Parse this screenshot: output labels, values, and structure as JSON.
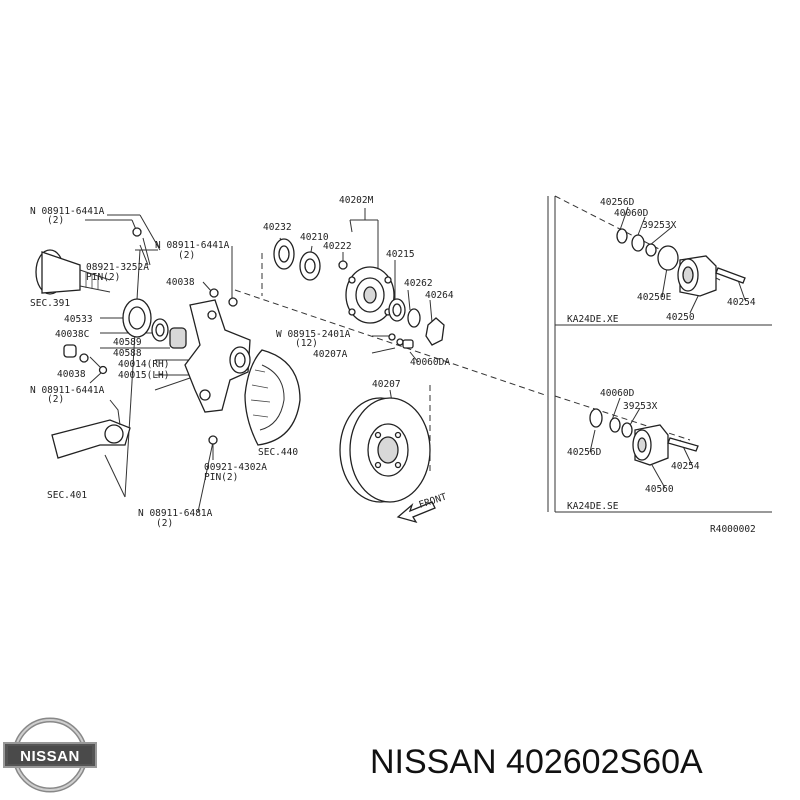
{
  "diagram": {
    "labels": [
      "N 08911-6441A",
      "(2)",
      "08921-3252A",
      "PIN(2)",
      "SEC.391",
      "40533",
      "40038C",
      "40038",
      "N 08911-6441A",
      "(2)",
      "40589",
      "40588",
      "40014(RH)",
      "40015(LH)",
      "40038",
      "N 08911-6441A",
      "(2)",
      "SEC.401",
      "40232",
      "40210",
      "40222",
      "40202M",
      "40215",
      "40262",
      "40264",
      "W 08915-2401A",
      "(12)",
      "40207A",
      "40060DA",
      "40207",
      "SEC.440",
      "00921-4302A",
      "PIN(2)",
      "N 08911-6481A",
      "(2)",
      "FRONT",
      "40256D",
      "40060D",
      "39253X",
      "40250E",
      "40254",
      "40250",
      "KA24DE.XE",
      "40060D",
      "39253X",
      "40256D",
      "40254",
      "40560",
      "KA24DE.SE",
      "R4000002"
    ]
  },
  "footer": {
    "brand_logo_text": "NISSAN",
    "part_title": "NISSAN 402602S60A"
  }
}
